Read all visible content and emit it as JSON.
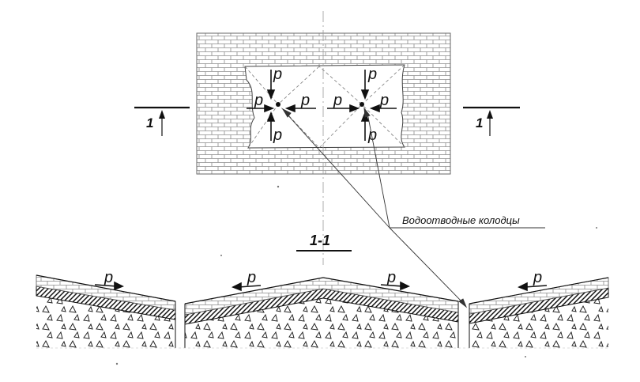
{
  "plan": {
    "slope_label": "p",
    "section_mark_left": "1",
    "section_mark_right": "1"
  },
  "callout": {
    "text": "Водоотводные колодцы"
  },
  "section": {
    "title": "1-1",
    "slope_labels": [
      "p",
      "p",
      "p",
      "p"
    ]
  },
  "colors": {
    "line": "#1a1a1a",
    "brick": "#8a8a8a",
    "background": "#ffffff"
  }
}
